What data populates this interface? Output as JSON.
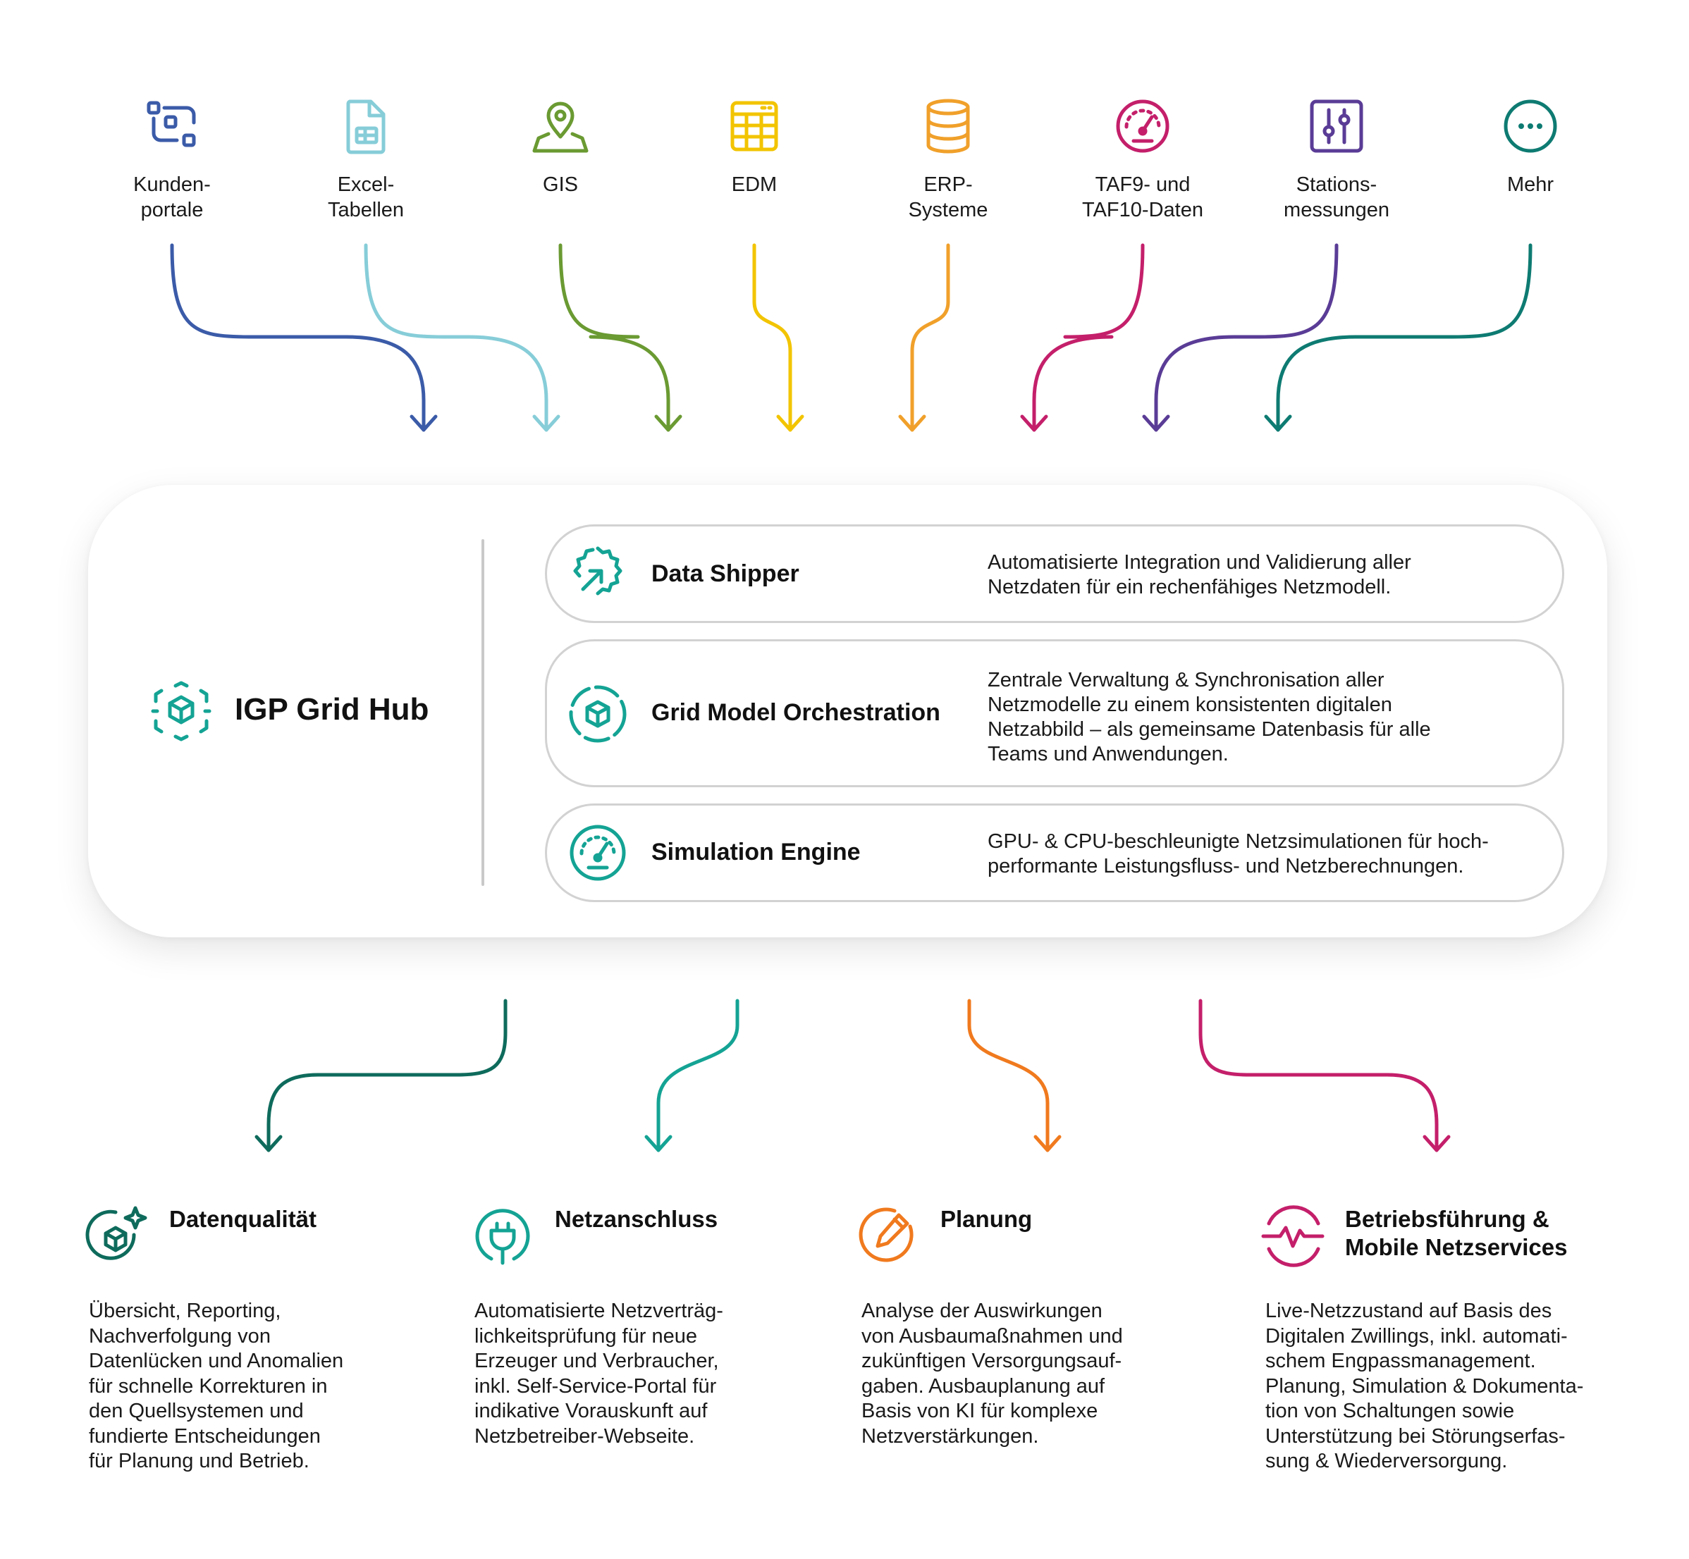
{
  "sources": [
    {
      "label": "Kunden-\nportale",
      "icon": "portal-icon",
      "color": "#3b5ba8"
    },
    {
      "label": "Excel-\nTabellen",
      "icon": "spreadsheet-file-icon",
      "color": "#86cdd8"
    },
    {
      "label": "GIS",
      "icon": "map-pin-icon",
      "color": "#6a9a32"
    },
    {
      "label": "EDM",
      "icon": "calendar-grid-icon",
      "color": "#f2c400"
    },
    {
      "label": "ERP-\nSysteme",
      "icon": "database-icon",
      "color": "#f0a02a"
    },
    {
      "label": "TAF9- und\nTAF10-Daten",
      "icon": "gauge-icon",
      "color": "#c41f6a"
    },
    {
      "label": "Stations-\nmessungen",
      "icon": "sliders-icon",
      "color": "#5a3c96"
    },
    {
      "label": "Mehr",
      "icon": "more-icon",
      "color": "#0e7b72"
    }
  ],
  "hub": {
    "title": "IGP Grid Hub",
    "icon": "cube-hub-icon",
    "accent": "#14a394",
    "modules": [
      {
        "title": "Data Shipper",
        "icon": "gear-arrow-icon",
        "description": "Automatisierte Integration und Validierung aller Netzdaten für ein rechenfähiges Netzmodell."
      },
      {
        "title": "Grid Model Orchestration",
        "icon": "cube-circle-icon",
        "description": "Zentrale Verwaltung & Synchronisation aller Netzmodelle zu einem konsistenten digitalen Netzabbild – als gemeinsame Datenbasis für alle Teams und Anwendungen."
      },
      {
        "title": "Simulation Engine",
        "icon": "speedometer-icon",
        "description": "GPU- & CPU-beschleunigte Netzsimulationen für hoch-performante Leistungsfluss- und Netzberechnungen."
      }
    ]
  },
  "outputs": [
    {
      "title": "Datenqualität",
      "icon": "cube-sparkle-icon",
      "color": "#0e6b5c",
      "description": "Übersicht, Reporting,\nNachverfolgung von\nDatenlücken und Anomalien\nfür schnelle Korrekturen in\nden Quellsystemen und\nfundierte Entscheidungen\nfür Planung und Betrieb."
    },
    {
      "title": "Netzanschluss",
      "icon": "plug-icon",
      "color": "#14a394",
      "description": "Automatisierte Netzverträg-\nlichkeitsprüfung für neue\nErzeuger und Verbraucher,\ninkl. Self-Service-Portal für\nindikative Vorauskunft auf\nNetzbetreiber-Webseite."
    },
    {
      "title": "Planung",
      "icon": "pencil-icon",
      "color": "#f07a1e",
      "description": "Analyse der Auswirkungen\nvon Ausbaumaßnahmen und\nzukünftigen Versorgungsauf-\ngaben. Ausbauplanung auf\nBasis von KI für komplexe\nNetzverstärkungen."
    },
    {
      "title": "Betriebsführung &\nMobile Netzservices",
      "icon": "pulse-icon",
      "color": "#c41f6a",
      "description": "Live-Netzzustand auf Basis des\nDigitalen Zwillings, inkl. automati-\nschem Engpassmanagement.\nPlanung, Simulation & Dokumenta-\ntion von Schaltungen sowie\nUnterstützung bei Störungserfas-\nsung & Wiederversorgung."
    }
  ]
}
